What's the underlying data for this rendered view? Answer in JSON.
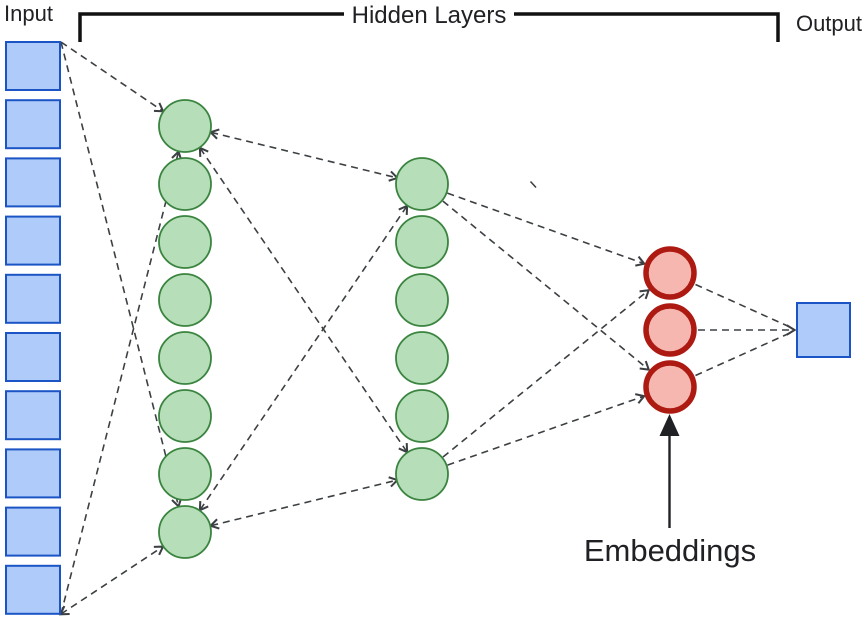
{
  "diagram": {
    "labels": {
      "input": "Input",
      "hidden_layers": "Hidden Layers",
      "output": "Output",
      "embeddings": "Embeddings"
    },
    "layers": [
      {
        "name": "input",
        "shape": "square",
        "count": 10
      },
      {
        "name": "hidden-1",
        "shape": "circle",
        "count": 8
      },
      {
        "name": "hidden-2",
        "shape": "circle",
        "count": 6
      },
      {
        "name": "embeddings",
        "shape": "circle",
        "count": 3
      },
      {
        "name": "output",
        "shape": "square",
        "count": 1
      }
    ],
    "colors": {
      "input_fill": "#aecbfa",
      "input_stroke": "#1b54c4",
      "hidden_fill": "#b6deb8",
      "hidden_stroke": "#3a8440",
      "embedding_fill": "#f5b7b0",
      "embedding_stroke": "#ad1a12",
      "edge": "#3c4043",
      "text": "#202124",
      "bracket": "#111111"
    }
  }
}
